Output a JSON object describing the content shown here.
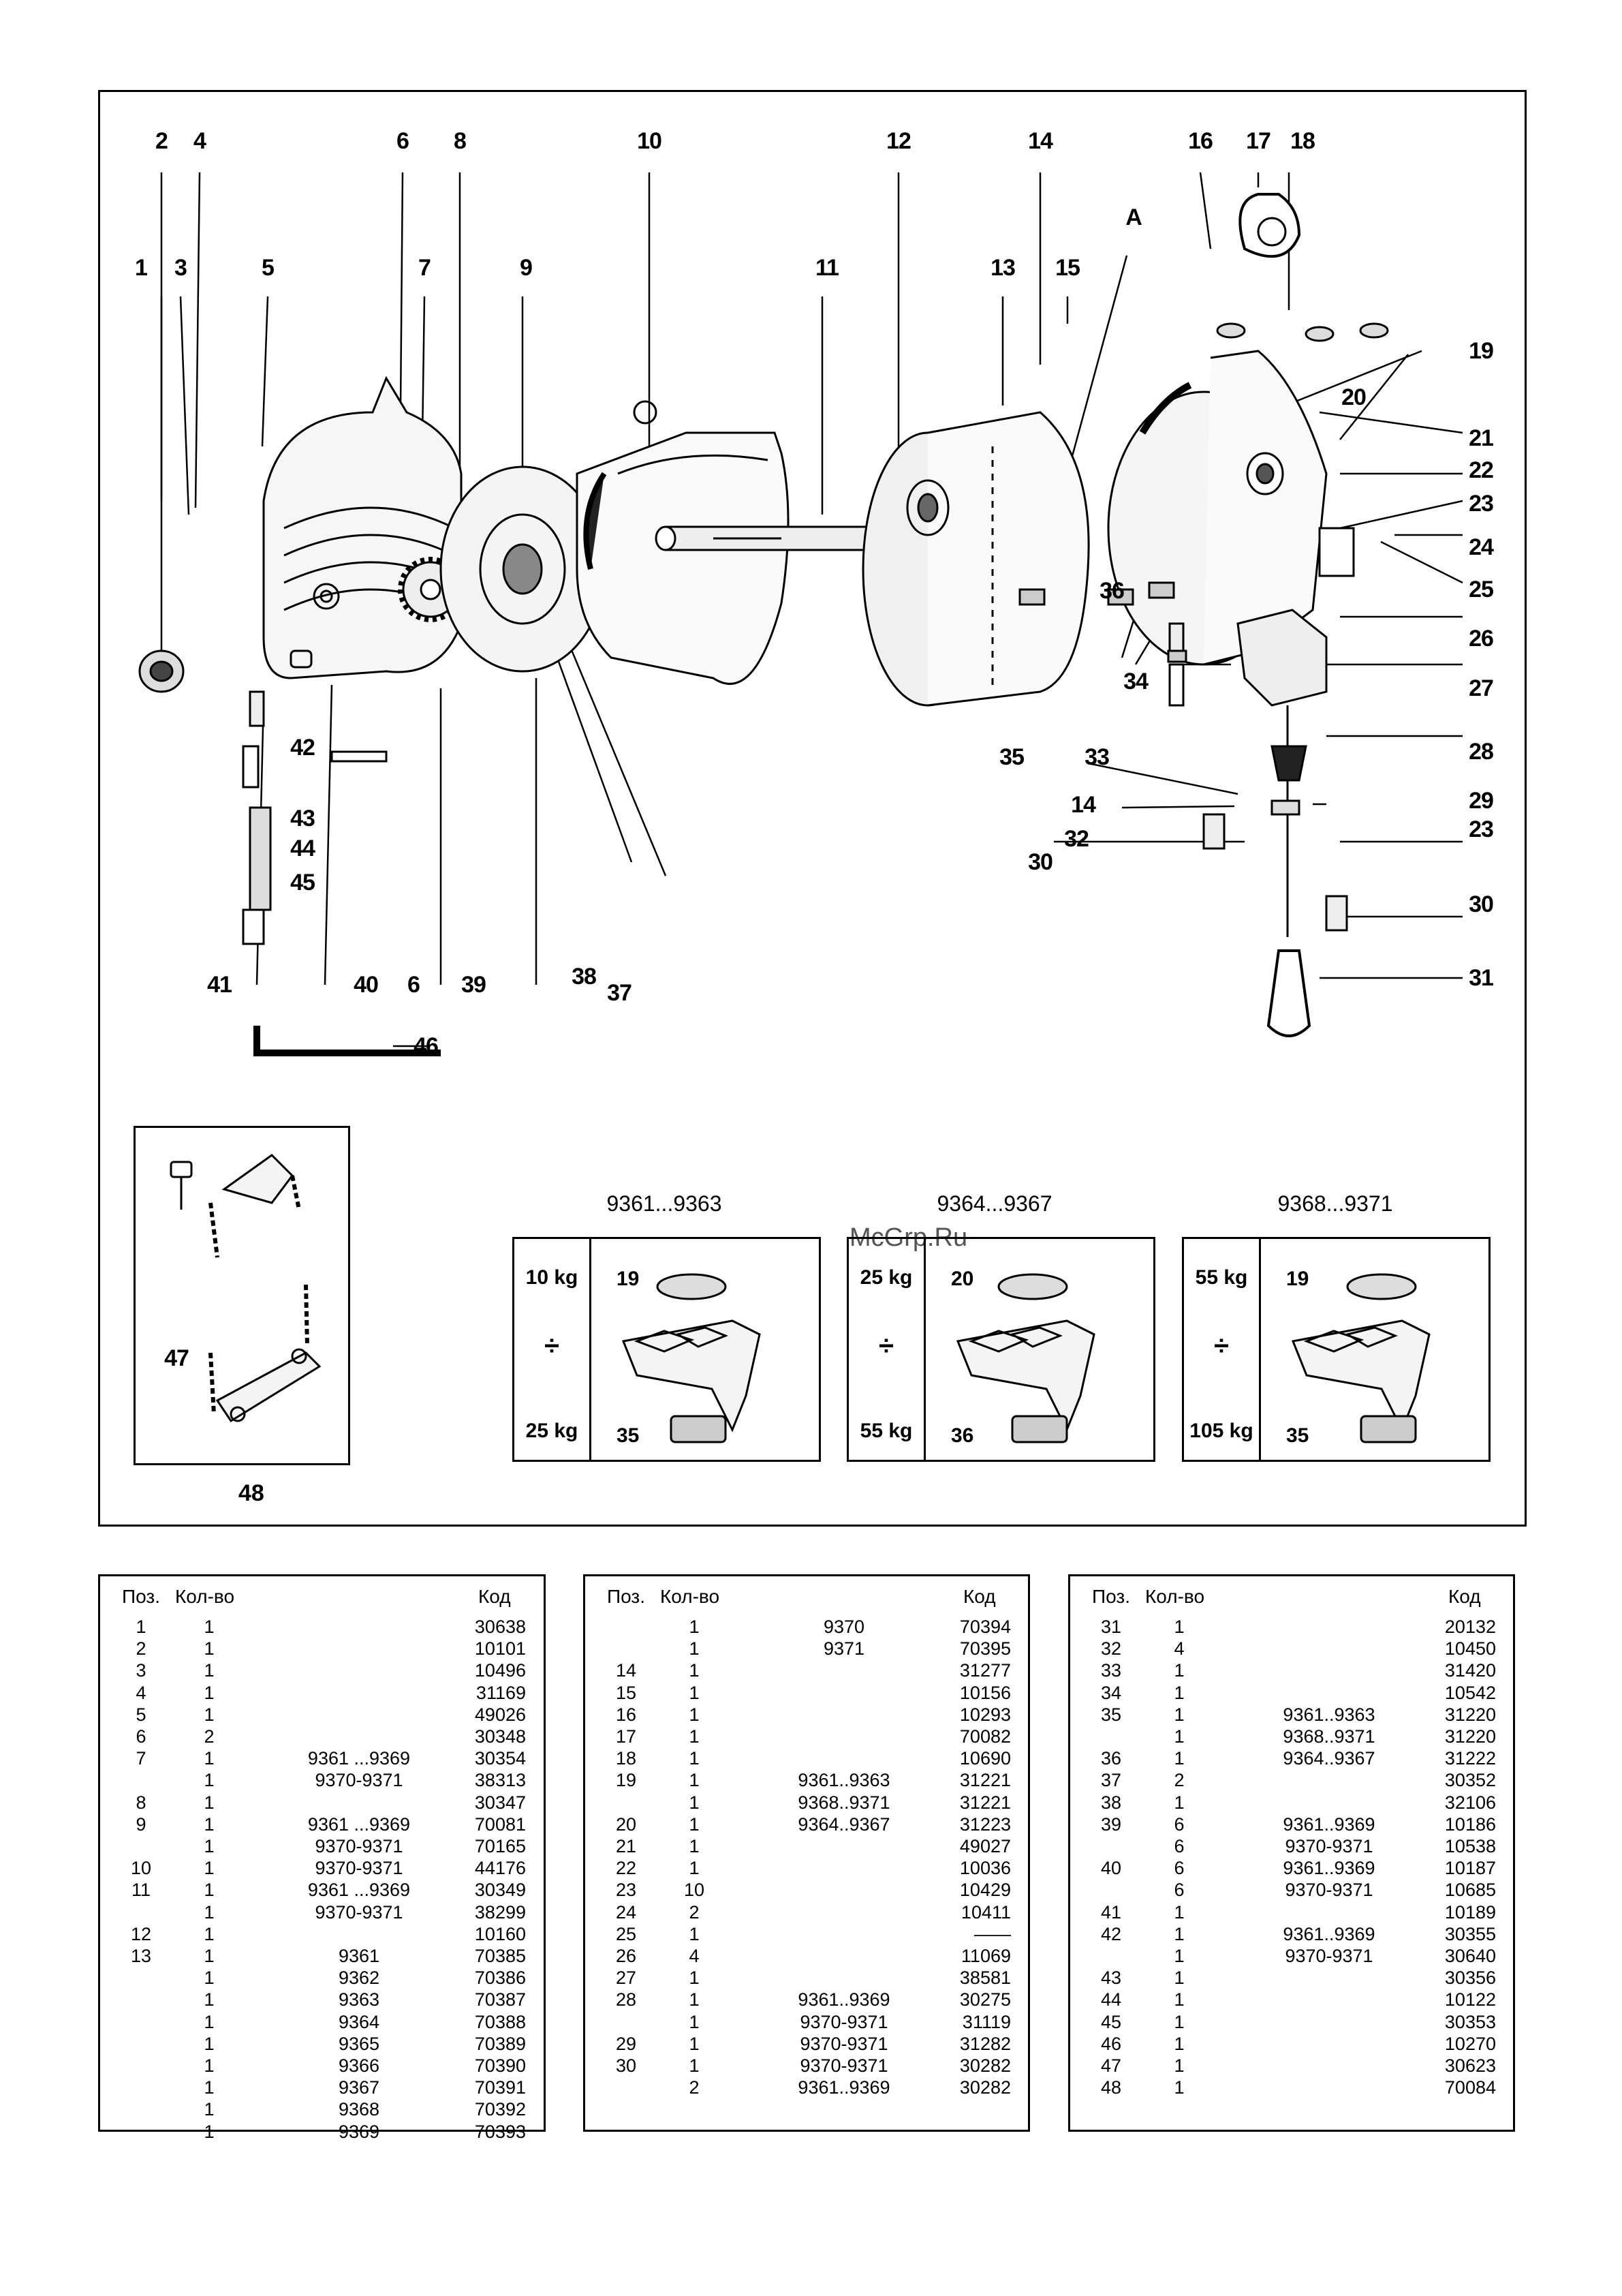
{
  "watermark": "McGrp.Ru",
  "callouts": {
    "n1": "1",
    "n2": "2",
    "n3": "3",
    "n4": "4",
    "n5": "5",
    "n6": "6",
    "n7": "7",
    "n8": "8",
    "n9": "9",
    "n10": "10",
    "n11": "11",
    "n12": "12",
    "n13": "13",
    "n14": "14",
    "n15": "15",
    "n16": "16",
    "n17": "17",
    "n18": "18",
    "n19": "19",
    "n20": "20",
    "n21": "21",
    "n22": "22",
    "n23": "23",
    "n24": "24",
    "n25": "25",
    "n26": "26",
    "n27": "27",
    "n28": "28",
    "n29": "29",
    "n30": "30",
    "n31": "31",
    "n32": "32",
    "n33": "33",
    "n34": "34",
    "n35": "35",
    "n36": "36",
    "n37": "37",
    "n38": "38",
    "n39": "39",
    "n40": "40",
    "n41": "41",
    "n42": "42",
    "n43": "43",
    "n44": "44",
    "n45": "45",
    "n46": "46",
    "n47": "47",
    "n48": "48",
    "A": "A"
  },
  "variants": [
    {
      "title": "9361...9363",
      "min": "10 kg",
      "max": "25 kg",
      "divider": "÷",
      "top_part": "19",
      "bottom_part": "35"
    },
    {
      "title": "9364...9367",
      "min": "25 kg",
      "max": "55 kg",
      "divider": "÷",
      "top_part": "20",
      "bottom_part": "36"
    },
    {
      "title": "9368...9371",
      "min": "55 kg",
      "max": "105 kg",
      "divider": "÷",
      "top_part": "19",
      "bottom_part": "35"
    }
  ],
  "table_headers": {
    "pos": "Поз.",
    "qty": "Кол-во",
    "code": "Код"
  },
  "tables": [
    [
      {
        "pos": "1",
        "qty": "1",
        "var": "",
        "code": "30638"
      },
      {
        "pos": "2",
        "qty": "1",
        "var": "",
        "code": "10101"
      },
      {
        "pos": "3",
        "qty": "1",
        "var": "",
        "code": "10496"
      },
      {
        "pos": "4",
        "qty": "1",
        "var": "",
        "code": "31169"
      },
      {
        "pos": "5",
        "qty": "1",
        "var": "",
        "code": "49026"
      },
      {
        "pos": "6",
        "qty": "2",
        "var": "",
        "code": "30348"
      },
      {
        "pos": "7",
        "qty": "1",
        "var": "9361 ...9369",
        "code": "30354"
      },
      {
        "pos": "",
        "qty": "1",
        "var": "9370-9371",
        "code": "38313"
      },
      {
        "pos": "8",
        "qty": "1",
        "var": "",
        "code": "30347"
      },
      {
        "pos": "9",
        "qty": "1",
        "var": "9361 ...9369",
        "code": "70081"
      },
      {
        "pos": "",
        "qty": "1",
        "var": "9370-9371",
        "code": "70165"
      },
      {
        "pos": "10",
        "qty": "1",
        "var": "9370-9371",
        "code": "44176"
      },
      {
        "pos": "11",
        "qty": "1",
        "var": "9361 ...9369",
        "code": "30349"
      },
      {
        "pos": "",
        "qty": "1",
        "var": "9370-9371",
        "code": "38299"
      },
      {
        "pos": "12",
        "qty": "1",
        "var": "",
        "code": "10160"
      },
      {
        "pos": "13",
        "qty": "1",
        "var": "9361",
        "code": "70385"
      },
      {
        "pos": "",
        "qty": "1",
        "var": "9362",
        "code": "70386"
      },
      {
        "pos": "",
        "qty": "1",
        "var": "9363",
        "code": "70387"
      },
      {
        "pos": "",
        "qty": "1",
        "var": "9364",
        "code": "70388"
      },
      {
        "pos": "",
        "qty": "1",
        "var": "9365",
        "code": "70389"
      },
      {
        "pos": "",
        "qty": "1",
        "var": "9366",
        "code": "70390"
      },
      {
        "pos": "",
        "qty": "1",
        "var": "9367",
        "code": "70391"
      },
      {
        "pos": "",
        "qty": "1",
        "var": "9368",
        "code": "70392"
      },
      {
        "pos": "",
        "qty": "1",
        "var": "9369",
        "code": "70393"
      }
    ],
    [
      {
        "pos": "",
        "qty": "1",
        "var": "9370",
        "code": "70394"
      },
      {
        "pos": "",
        "qty": "1",
        "var": "9371",
        "code": "70395"
      },
      {
        "pos": "14",
        "qty": "1",
        "var": "",
        "code": "31277"
      },
      {
        "pos": "15",
        "qty": "1",
        "var": "",
        "code": "10156"
      },
      {
        "pos": "16",
        "qty": "1",
        "var": "",
        "code": "10293"
      },
      {
        "pos": "17",
        "qty": "1",
        "var": "",
        "code": "70082"
      },
      {
        "pos": "18",
        "qty": "1",
        "var": "",
        "code": "10690"
      },
      {
        "pos": "19",
        "qty": "1",
        "var": "9361..9363",
        "code": "31221"
      },
      {
        "pos": "",
        "qty": "1",
        "var": "9368..9371",
        "code": "31221"
      },
      {
        "pos": "20",
        "qty": "1",
        "var": "9364..9367",
        "code": "31223"
      },
      {
        "pos": "21",
        "qty": "1",
        "var": "",
        "code": "49027"
      },
      {
        "pos": "22",
        "qty": "1",
        "var": "",
        "code": "10036"
      },
      {
        "pos": "23",
        "qty": "10",
        "var": "",
        "code": "10429"
      },
      {
        "pos": "24",
        "qty": "2",
        "var": "",
        "code": "10411"
      },
      {
        "pos": "25",
        "qty": "1",
        "var": "",
        "code": "——"
      },
      {
        "pos": "26",
        "qty": "4",
        "var": "",
        "code": "11069"
      },
      {
        "pos": "27",
        "qty": "1",
        "var": "",
        "code": "38581"
      },
      {
        "pos": "28",
        "qty": "1",
        "var": "9361..9369",
        "code": "30275"
      },
      {
        "pos": "",
        "qty": "1",
        "var": "9370-9371",
        "code": "31119"
      },
      {
        "pos": "29",
        "qty": "1",
        "var": "9370-9371",
        "code": "31282"
      },
      {
        "pos": "30",
        "qty": "1",
        "var": "9370-9371",
        "code": "30282"
      },
      {
        "pos": "",
        "qty": "2",
        "var": "9361..9369",
        "code": "30282"
      }
    ],
    [
      {
        "pos": "31",
        "qty": "1",
        "var": "",
        "code": "20132"
      },
      {
        "pos": "32",
        "qty": "4",
        "var": "",
        "code": "10450"
      },
      {
        "pos": "33",
        "qty": "1",
        "var": "",
        "code": "31420"
      },
      {
        "pos": "34",
        "qty": "1",
        "var": "",
        "code": "10542"
      },
      {
        "pos": "35",
        "qty": "1",
        "var": "9361..9363",
        "code": "31220"
      },
      {
        "pos": "",
        "qty": "1",
        "var": "9368..9371",
        "code": "31220"
      },
      {
        "pos": "36",
        "qty": "1",
        "var": "9364..9367",
        "code": "31222"
      },
      {
        "pos": "37",
        "qty": "2",
        "var": "",
        "code": "30352"
      },
      {
        "pos": "38",
        "qty": "1",
        "var": "",
        "code": "32106"
      },
      {
        "pos": "39",
        "qty": "6",
        "var": "9361..9369",
        "code": "10186"
      },
      {
        "pos": "",
        "qty": "6",
        "var": "9370-9371",
        "code": "10538"
      },
      {
        "pos": "40",
        "qty": "6",
        "var": "9361..9369",
        "code": "10187"
      },
      {
        "pos": "",
        "qty": "6",
        "var": "9370-9371",
        "code": "10685"
      },
      {
        "pos": "41",
        "qty": "1",
        "var": "",
        "code": "10189"
      },
      {
        "pos": "42",
        "qty": "1",
        "var": "9361..9369",
        "code": "30355"
      },
      {
        "pos": "",
        "qty": "1",
        "var": "9370-9371",
        "code": "30640"
      },
      {
        "pos": "43",
        "qty": "1",
        "var": "",
        "code": "30356"
      },
      {
        "pos": "44",
        "qty": "1",
        "var": "",
        "code": "10122"
      },
      {
        "pos": "45",
        "qty": "1",
        "var": "",
        "code": "30353"
      },
      {
        "pos": "46",
        "qty": "1",
        "var": "",
        "code": "10270"
      },
      {
        "pos": "47",
        "qty": "1",
        "var": "",
        "code": "30623"
      },
      {
        "pos": "48",
        "qty": "1",
        "var": "",
        "code": "70084"
      }
    ]
  ]
}
